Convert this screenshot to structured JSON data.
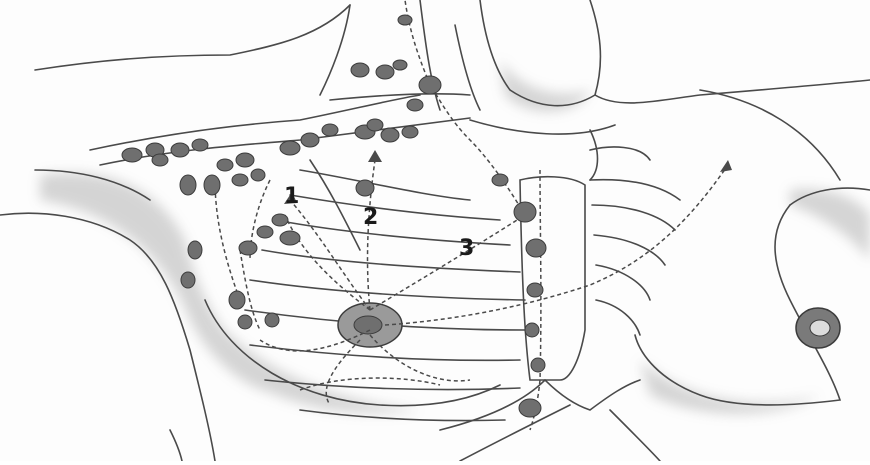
{
  "figure": {
    "labels": [
      "1",
      "2",
      "3"
    ],
    "colors": {
      "background": "#fdfdfd",
      "line": "#4a4a4a",
      "shade": "#8a8a8a",
      "node_fill": "#6f6f6f",
      "node_stroke": "#3c3c3c"
    }
  }
}
